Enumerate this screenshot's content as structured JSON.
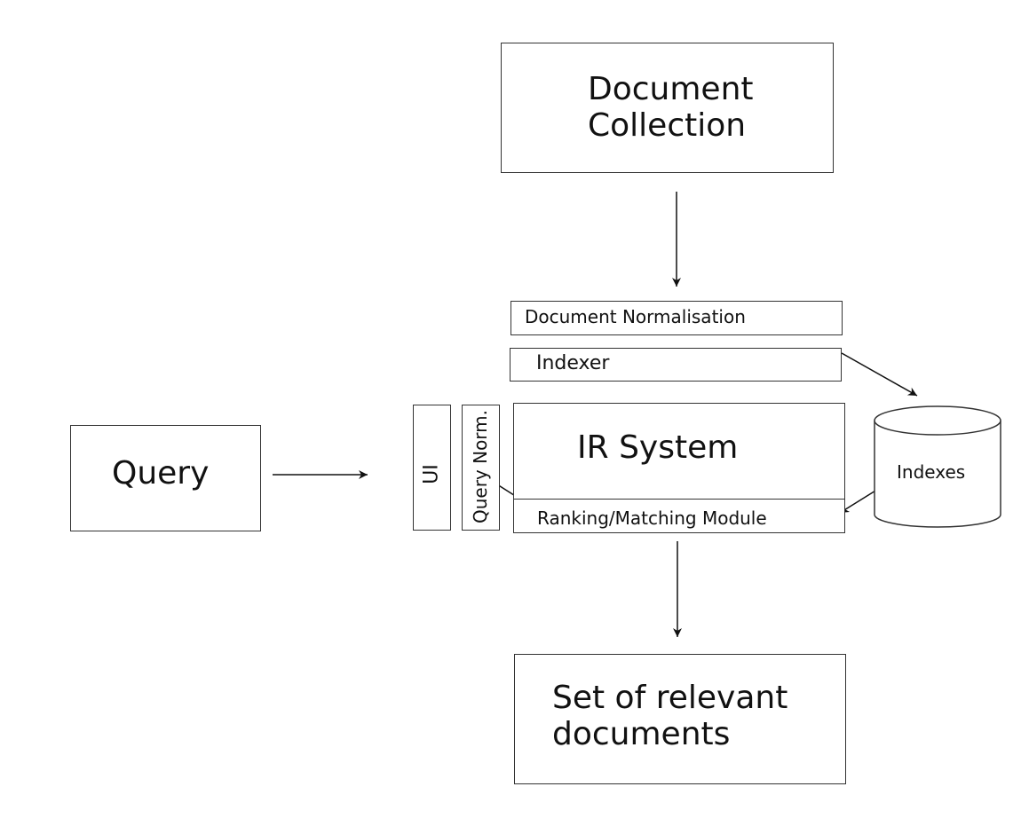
{
  "nodes": {
    "document_collection": "Document\nCollection",
    "document_normalisation": "Document Normalisation",
    "indexer": "Indexer",
    "query": "Query",
    "ui": "UI",
    "query_norm": "Query Norm.",
    "ir_system": "IR System",
    "ranking_matching_module": "Ranking/Matching Module",
    "indexes": "Indexes",
    "set_of_relevant_documents": "Set of relevant\ndocuments"
  },
  "colors": {
    "stroke": "#333333",
    "text": "#111111",
    "background": "#ffffff"
  }
}
